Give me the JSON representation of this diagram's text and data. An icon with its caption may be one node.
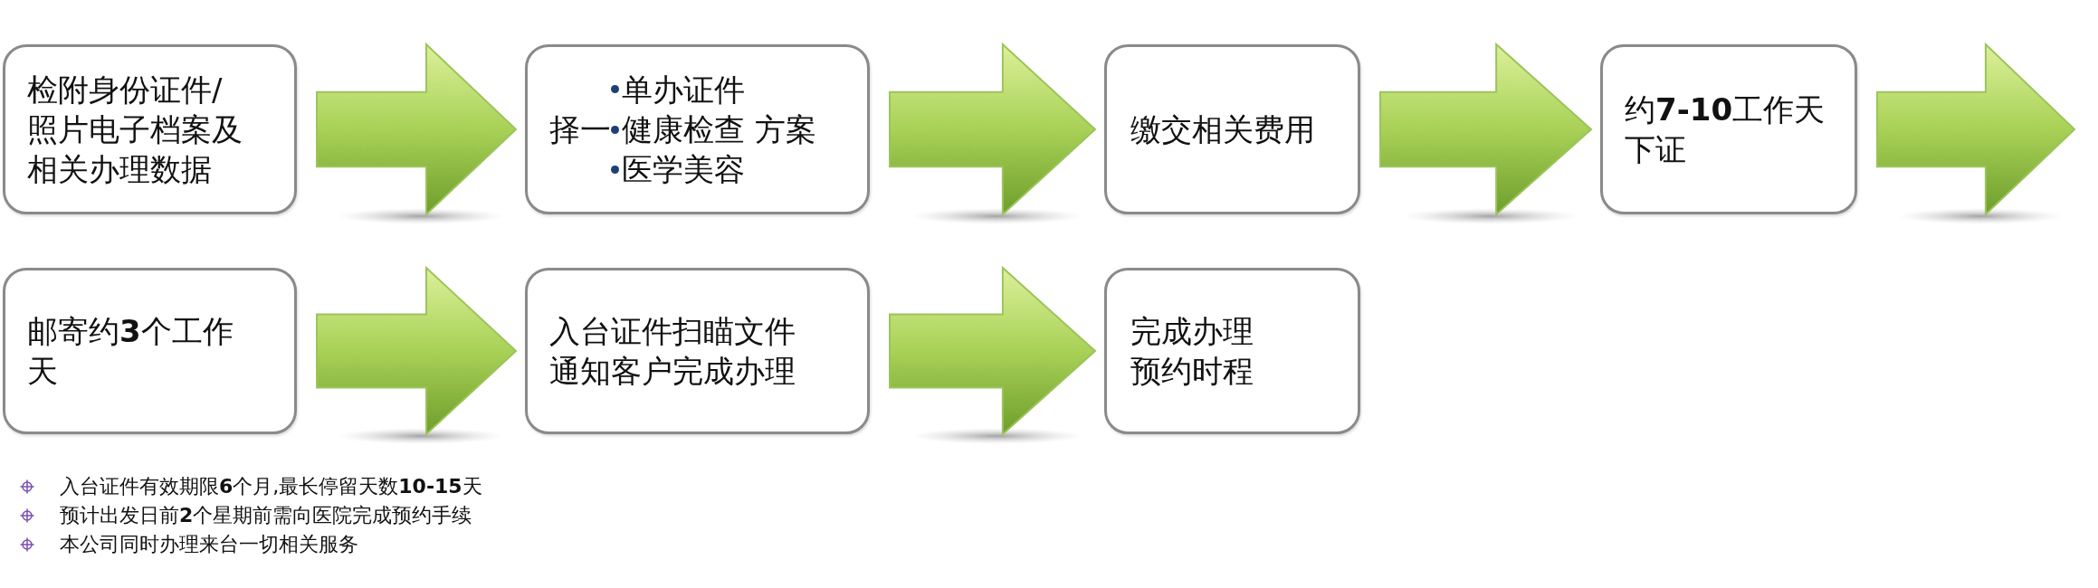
{
  "diagram": {
    "nodes": [
      {
        "text": [
          "检附身份证件/照片电子档案及相关办理数据"
        ]
      },
      {
        "text": [
          "择一",
          "单办证件",
          "健康检查 方案",
          "医学美容"
        ]
      },
      {
        "text": [
          "缴交相关费用"
        ]
      },
      {
        "text": [
          "约**7-10**工作天下证"
        ]
      },
      {
        "text": [
          "邮寄约**3**个工作天"
        ]
      },
      {
        "text": [
          "入台证件扫瞄文件通知客户完成办理"
        ]
      },
      {
        "text": [
          "完成办理预约时程"
        ]
      }
    ],
    "edges": [
      {
        "from": 0,
        "to": 1,
        "arrow": "to"
      },
      {
        "from": 1,
        "to": 2,
        "arrow": "to"
      },
      {
        "from": 2,
        "to": 3,
        "arrow": "to"
      },
      {
        "from": 3,
        "to": null,
        "arrow": "to"
      },
      {
        "from": 4,
        "to": 5,
        "arrow": "to"
      },
      {
        "from": 5,
        "to": 6,
        "arrow": "to"
      }
    ],
    "labels": [
      "入台证件有效期限**6**个月,最长停留天数**10-15**天",
      "预计出发日前**2**个星期前需向医院完成预约手续",
      "本公司同时办理来台一切相关服务"
    ]
  }
}
